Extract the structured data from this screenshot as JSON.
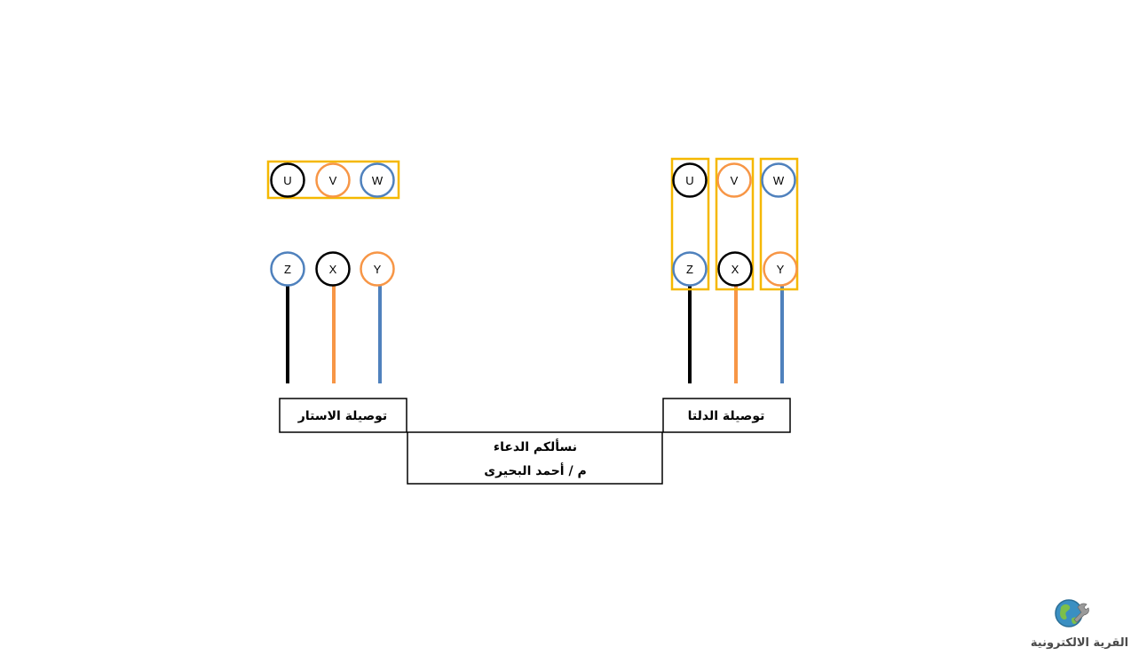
{
  "colors": {
    "black": "#000000",
    "orange": "#f79646",
    "blue": "#4f81bd",
    "link_yellow": "#f5b800",
    "box_border": "#000000"
  },
  "star": {
    "label": "توصيلة الاستار",
    "top_terminals": [
      {
        "name": "U",
        "color": "black"
      },
      {
        "name": "V",
        "color": "orange"
      },
      {
        "name": "W",
        "color": "blue"
      }
    ],
    "bottom_terminals": [
      {
        "name": "Z",
        "color": "blue"
      },
      {
        "name": "X",
        "color": "black"
      },
      {
        "name": "Y",
        "color": "orange"
      }
    ],
    "lead_colors": [
      "black",
      "orange",
      "blue"
    ]
  },
  "delta": {
    "label": "توصيلة الدلتا",
    "top_terminals": [
      {
        "name": "U",
        "color": "black"
      },
      {
        "name": "V",
        "color": "orange"
      },
      {
        "name": "W",
        "color": "blue"
      }
    ],
    "bottom_terminals": [
      {
        "name": "Z",
        "color": "blue"
      },
      {
        "name": "X",
        "color": "black"
      },
      {
        "name": "Y",
        "color": "orange"
      }
    ],
    "lead_colors": [
      "black",
      "orange",
      "blue"
    ]
  },
  "credit": {
    "line1": "نسألكم الدعاء",
    "line2": "م / أحمد البحيرى"
  },
  "logo": {
    "text": "القرية الالكترونية",
    "icon": "globe-wrench-icon"
  }
}
